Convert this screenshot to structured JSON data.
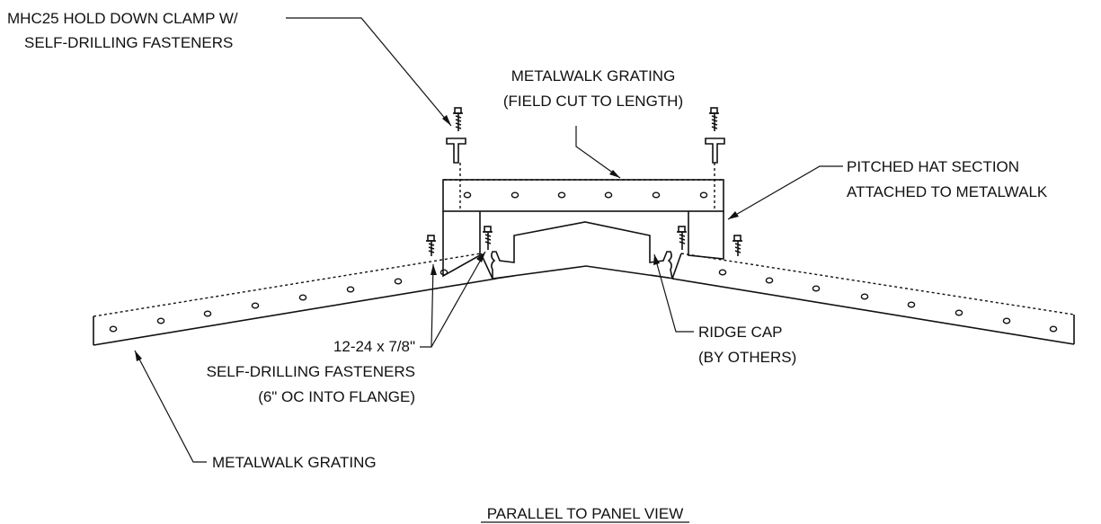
{
  "labels": {
    "clamp_line1": "MHC25 HOLD DOWN CLAMP W/",
    "clamp_line2": "SELF-DRILLING FASTENERS",
    "top_grating_line1": "METALWALK GRATING",
    "top_grating_line2": "(FIELD CUT TO LENGTH)",
    "hat_line1": "PITCHED HAT SECTION",
    "hat_line2": "ATTACHED TO METALWALK",
    "fastener_line1": "12-24 x 7/8\"",
    "fastener_line2": "SELF-DRILLING FASTENERS",
    "fastener_line3": "(6\" OC INTO FLANGE)",
    "ridge_line1": "RIDGE CAP",
    "ridge_line2": "(BY OTHERS)",
    "bottom_grating": "METALWALK GRATING",
    "view_title": "PARALLEL TO PANEL VIEW"
  }
}
